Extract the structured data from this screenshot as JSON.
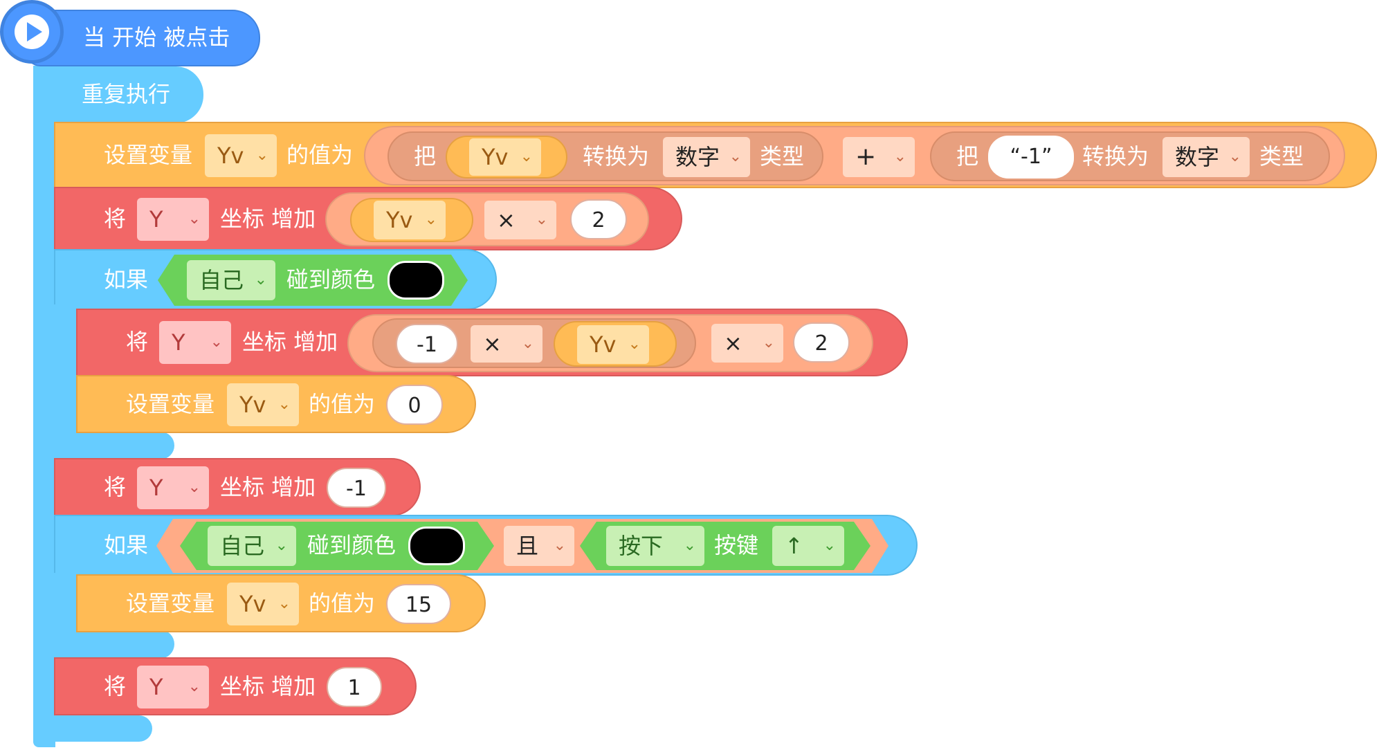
{
  "colors": {
    "event": "#4c97ff",
    "control": "#66ccff",
    "variables": "#ffbb55",
    "motion": "#f26767",
    "operator": "#ffab86",
    "sensing": "#6bd15a"
  },
  "hat": {
    "label": "当 开始 被点击",
    "icon": "play-icon"
  },
  "forever": {
    "label": "重复执行"
  },
  "blocks": {
    "set1": {
      "label": "设置变量",
      "var": "Yv",
      "mid": "的值为",
      "left": {
        "prefix": "把",
        "var": "Yv",
        "convert": "转换为",
        "type": "数字",
        "suffix": "类型"
      },
      "op": "+",
      "right": {
        "prefix": "把",
        "value": "-1",
        "convert": "转换为",
        "type": "数字",
        "suffix": "类型"
      }
    },
    "move1": {
      "label1": "将",
      "axis": "Y",
      "label2": "坐标 增加",
      "var": "Yv",
      "op": "×",
      "value": "2"
    },
    "if1": {
      "label": "如果",
      "target": "自己",
      "touch": "碰到颜色",
      "color": "#000000"
    },
    "move2": {
      "label1": "将",
      "axis": "Y",
      "label2": "坐标 增加",
      "a": "-1",
      "op1": "×",
      "var": "Yv",
      "op2": "×",
      "b": "2"
    },
    "set2": {
      "label": "设置变量",
      "var": "Yv",
      "mid": "的值为",
      "value": "0"
    },
    "move3": {
      "label1": "将",
      "axis": "Y",
      "label2": "坐标 增加",
      "value": "-1"
    },
    "if2": {
      "label": "如果",
      "target": "自己",
      "touch": "碰到颜色",
      "and": "且",
      "press": "按下",
      "key_label": "按键",
      "key": "↑"
    },
    "set3": {
      "label": "设置变量",
      "var": "Yv",
      "mid": "的值为",
      "value": "15"
    },
    "move4": {
      "label1": "将",
      "axis": "Y",
      "label2": "坐标 增加",
      "value": "1"
    }
  }
}
